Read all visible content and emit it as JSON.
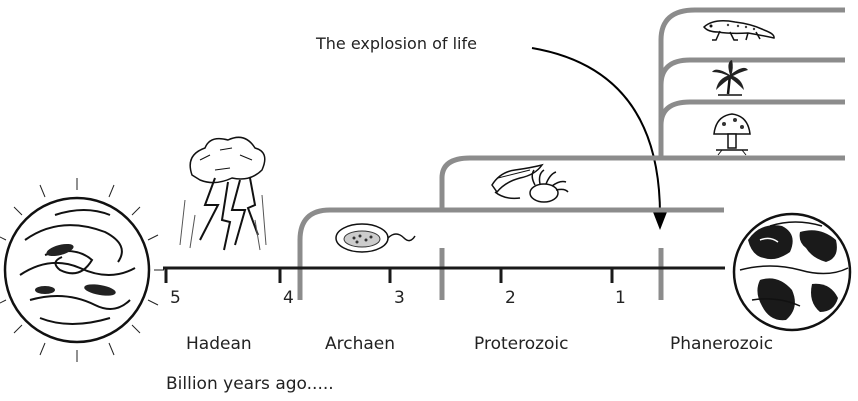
{
  "annotation": {
    "text": "The explosion of life"
  },
  "timeline": {
    "ticks": [
      {
        "label": "5",
        "value": 5
      },
      {
        "label": "4",
        "value": 4
      },
      {
        "label": "3",
        "value": 3
      },
      {
        "label": "2",
        "value": 2
      },
      {
        "label": "1",
        "value": 1
      }
    ],
    "eons": [
      {
        "name": "Hadean"
      },
      {
        "name": "Archaen"
      },
      {
        "name": "Proterozoic"
      },
      {
        "name": "Phanerozoic"
      }
    ],
    "axis_caption": "Billion years ago....."
  },
  "colors": {
    "tree": "#8c8c8c",
    "axis": "#1a1a1a",
    "text": "#222222"
  },
  "icons": [
    "early-earth-icon",
    "lightning-storm-icon",
    "single-cell-icon",
    "sea-anemone-icon",
    "mushroom-icon",
    "palm-tree-icon",
    "lizard-icon",
    "modern-earth-icon"
  ]
}
